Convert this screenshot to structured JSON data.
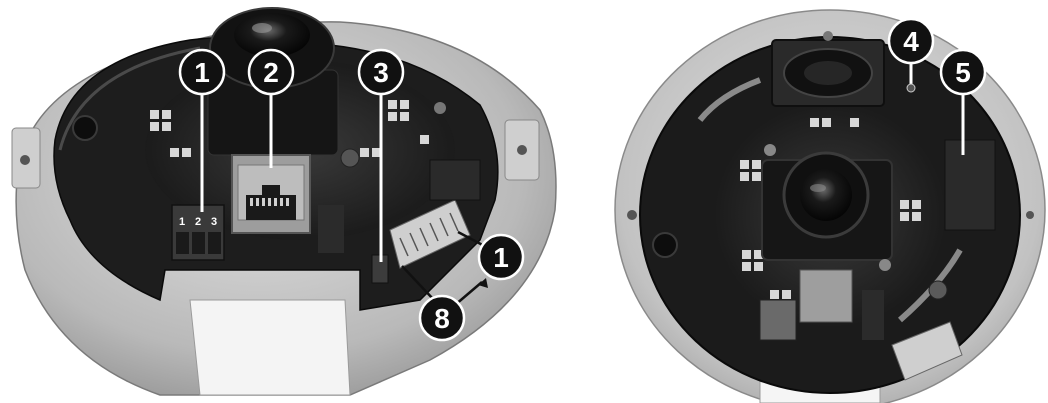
{
  "figure": {
    "left_photo": {
      "callouts": [
        "1",
        "2",
        "3",
        "1",
        "8"
      ],
      "terminal_pin_labels": [
        "1",
        "2",
        "3"
      ]
    },
    "right_photo": {
      "callouts": [
        "4",
        "5"
      ]
    }
  },
  "colors": {
    "callout_fill": "#111111",
    "callout_text": "#ffffff",
    "housing_black": "#1c1c1c",
    "metal_plate": "#bdbdbd"
  }
}
